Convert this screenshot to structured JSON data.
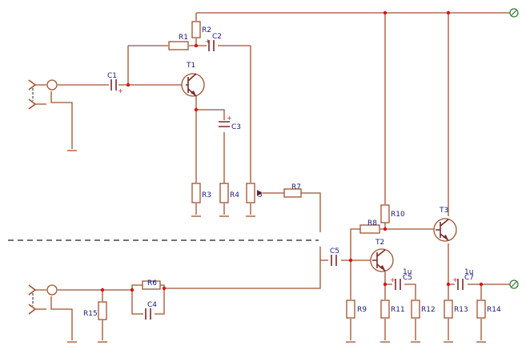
{
  "labels": {
    "R1": "R1",
    "R2": "R2",
    "R3": "R3",
    "R4": "R4",
    "R5": "5",
    "R6": "R6",
    "R7": "R7",
    "R8": "R8",
    "R9": "R9",
    "R10": "R10",
    "R11": "R11",
    "R12": "R12",
    "R13": "R13",
    "R14": "R14",
    "R15": "R15",
    "C1": "C1",
    "C2": "C2",
    "C3": "C3",
    "C4": "C4",
    "C5a": "C5",
    "C5b": "C5",
    "C7": "C7",
    "T1": "T1",
    "T2": "T2",
    "T3": "T3",
    "cap_value_c5b": "1u",
    "cap_value_c7": "1u"
  },
  "polarity": "+",
  "colors": {
    "wire": "#a0522d",
    "junction": "#dd1111",
    "label": "#1a1a7a",
    "terminal": "#2e7d32"
  },
  "icons": {
    "input_jack": "audio-input-jack-icon",
    "terminal": "circle-terminal-icon",
    "ground": "ground-icon",
    "transistor": "npn-transistor-icon"
  }
}
